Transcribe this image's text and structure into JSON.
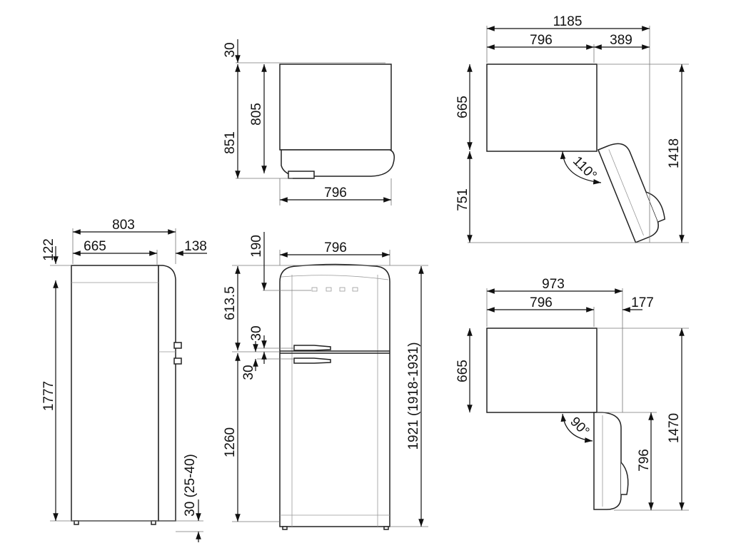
{
  "top_view": {
    "clearance_top": "30",
    "depth_total": "851",
    "depth_body": "805",
    "width": "796"
  },
  "open_110": {
    "total_width": "1185",
    "body_width": "796",
    "door_overhang": "389",
    "body_depth": "665",
    "door_depth": "751",
    "total_depth": "1418",
    "angle": "110°"
  },
  "open_90": {
    "total_width": "973",
    "body_width": "796",
    "door_overhang": "177",
    "body_depth": "665",
    "total_depth": "1470",
    "door_depth": "796",
    "angle": "90°"
  },
  "side_view": {
    "total_depth": "803",
    "body_depth": "665",
    "door_depth": "138",
    "top_offset": "122",
    "height": "1777",
    "foot_height": "30 (25-40)"
  },
  "front_view": {
    "width": "796",
    "top_to_logo": "190",
    "freezer_height": "613.5",
    "handle_gap_upper": "30",
    "handle_gap_lower": "30",
    "fridge_height": "1260",
    "total_height": "1921 (1918-1931)"
  }
}
